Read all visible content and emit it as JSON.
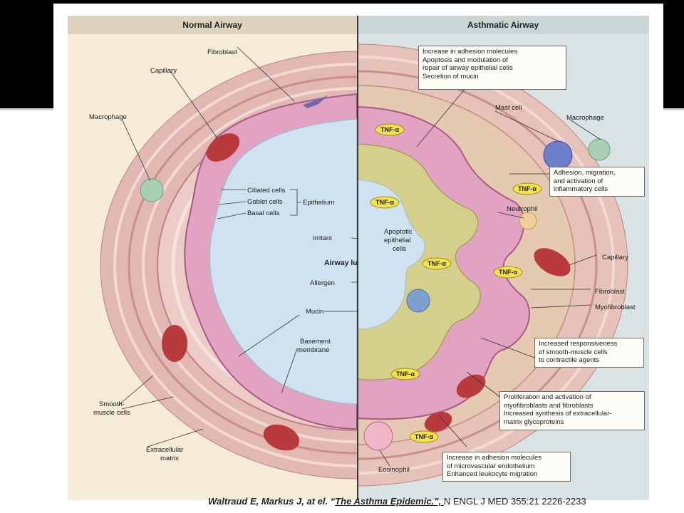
{
  "figure": {
    "left_title": "Normal Airway",
    "right_title": "Asthmatic Airway",
    "left_labels": {
      "fibroblast": "Fibroblast",
      "capillary": "Capillary",
      "macrophage": "Macrophage",
      "ciliated_cells": "Ciliated cells",
      "goblet_cells": "Goblet cells",
      "basal_cells": "Basal cells",
      "epithelium": "Epithelium",
      "irritant": "Irritant",
      "airway_lumen": "Airway lumen",
      "allergen": "Allergen",
      "mucin": "Mucin",
      "basement_membrane_1": "Basement",
      "basement_membrane_2": "membrane",
      "smooth_muscle_1": "Smooth-",
      "smooth_muscle_2": "muscle cells",
      "extracellular_1": "Extracellular",
      "extracellular_2": "matrix"
    },
    "right_labels": {
      "mast_cell": "Mast cell",
      "macrophage": "Macrophage",
      "neutrophil": "Neutrophil",
      "apoptotic_1": "Apoptotic",
      "apoptotic_2": "epithelial",
      "apoptotic_3": "cells",
      "capillary": "Capillary",
      "fibroblast": "Fibroblast",
      "myofibroblast": "Myofibroblast",
      "eosinophil": "Eosinophil",
      "tnf": "TNF-α"
    },
    "boxes": {
      "box1": [
        "Increase in adhesion molecules",
        "Apoptosis and modulation of",
        "repair of airway epithelial cells",
        "Secretion of mucin"
      ],
      "box2": [
        "Adhesion, migration,",
        "and activation of",
        "inflammatory cells"
      ],
      "box3": [
        "Increased responsiveness",
        "of smooth-muscle cells",
        "to contractile agents"
      ],
      "box4": [
        "Proliferation and activation of",
        "myofibroblasts and fibroblasts",
        "Increased synthesis of extracellular-",
        "matrix glycoproteins"
      ],
      "box5": [
        "Increase in adhesion molecules",
        "of microvascular endothelium",
        "Enhanced leukocyte migration"
      ]
    }
  },
  "citation": {
    "authors": "Waltraud E, Markus J, at  el. “",
    "title": "The Asthma Epidemic.”, ",
    "journal": "N ENGL J MED 355:21 2226-2233"
  },
  "colors": {
    "normal_bg": "#f5ebd6",
    "asthma_bg": "#d9e3e3",
    "lumen": "#c9dff0",
    "epithelium": "#e7a9c6",
    "tissue": "#d9a7a7"
  }
}
